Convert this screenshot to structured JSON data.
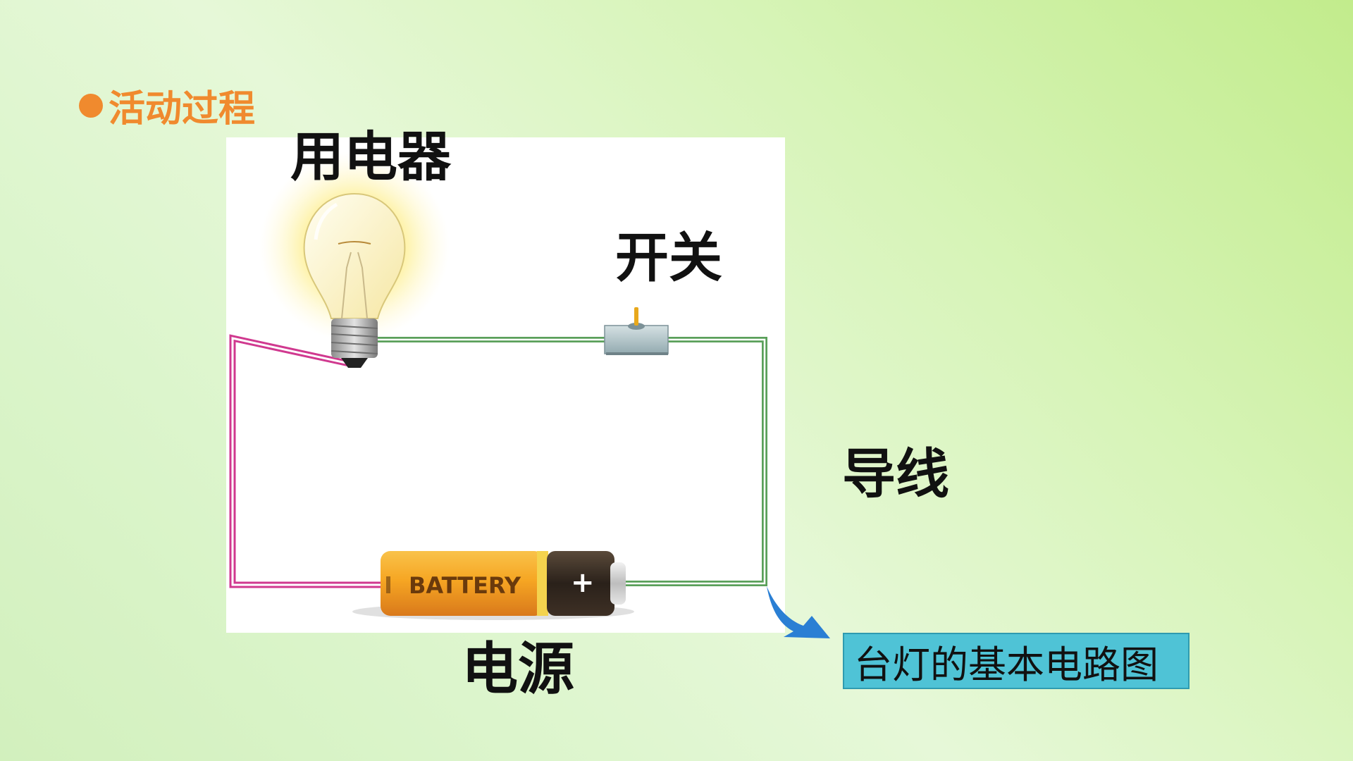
{
  "slide": {
    "title": "活动过程"
  },
  "labels": {
    "appliance": "用电器",
    "switch": "开关",
    "wire": "导线",
    "power_source": "电源"
  },
  "battery": {
    "text": "BATTERY",
    "positive_symbol": "+"
  },
  "caption": "台灯的基本电路图",
  "colors": {
    "title_orange": "#f08a2e",
    "wire_magenta": "#d0398f",
    "wire_green": "#5aa05a",
    "caption_box": "#4fc3d6",
    "arrow_blue": "#2a7fd4"
  }
}
